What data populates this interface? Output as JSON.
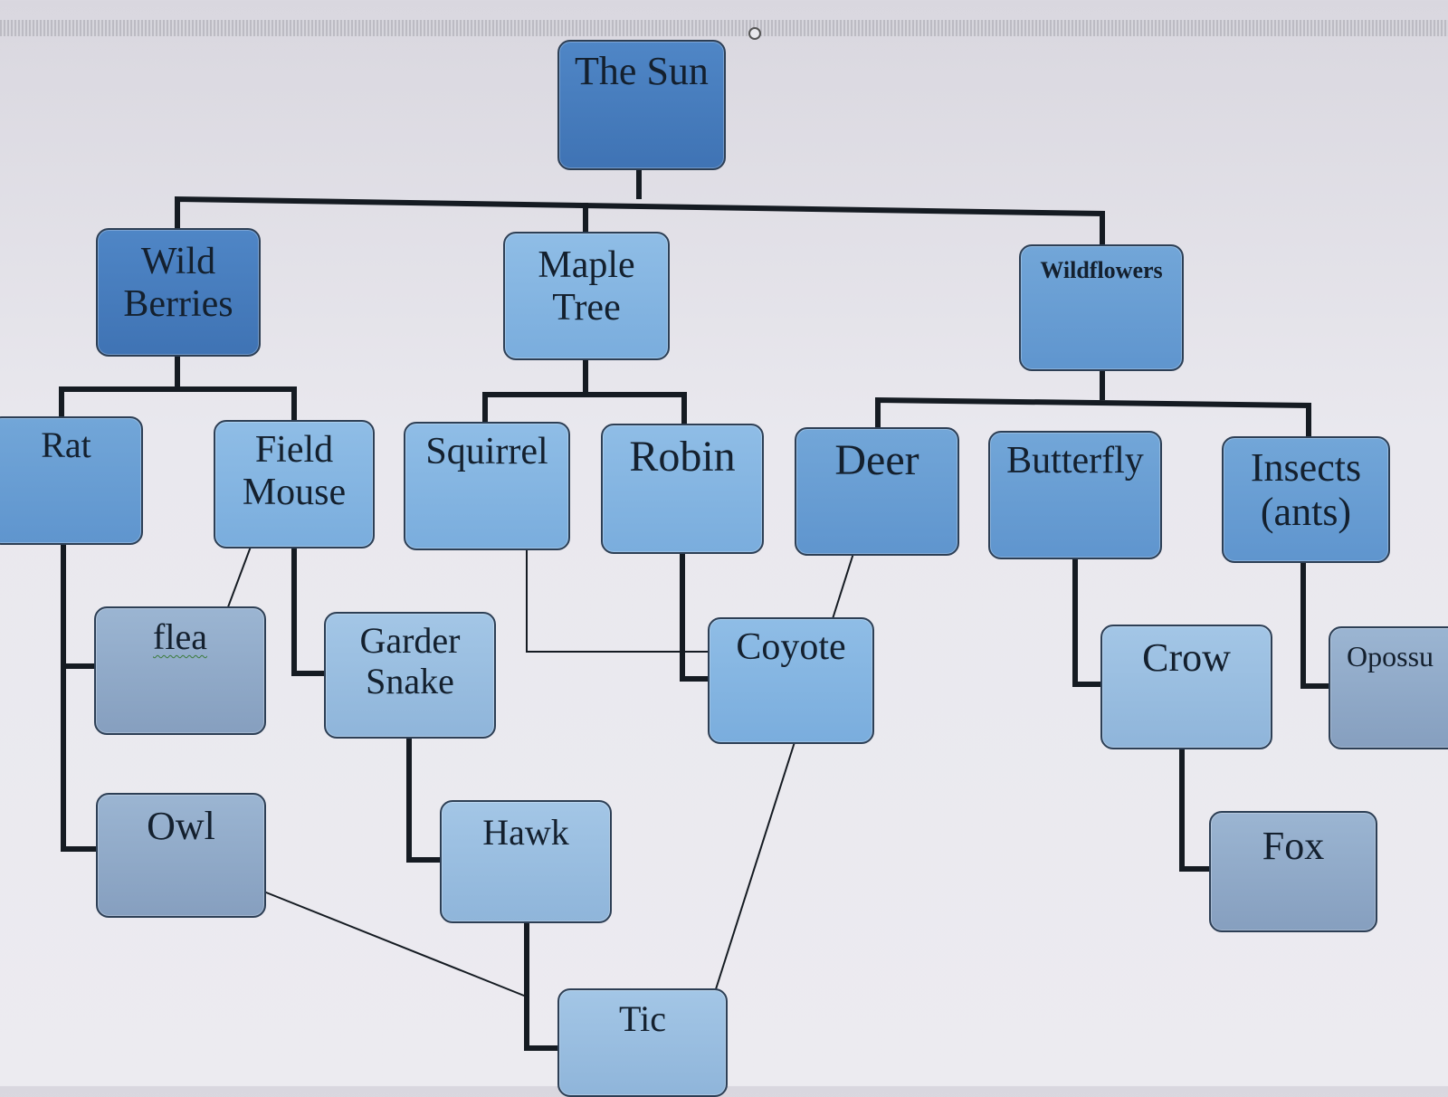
{
  "diagram": {
    "nodes": {
      "sun": "The Sun",
      "wild_berries": "Wild\nBerries",
      "maple_tree": "Maple\nTree",
      "wildflowers": "Wildflowers",
      "rat": "Rat",
      "field_mouse": "Field\nMouse",
      "squirrel": "Squirrel",
      "robin": "Robin",
      "deer": "Deer",
      "butterfly": "Butterfly",
      "insects": "Insects\n(ants)",
      "flea": "flea",
      "garder_snake": "Garder\nSnake",
      "coyote": "Coyote",
      "crow": "Crow",
      "opossum": "Opossu",
      "owl": "Owl",
      "hawk": "Hawk",
      "fox": "Fox",
      "tic": "Tic"
    },
    "colors": {
      "connector": "#151b22",
      "border": "#2d3f55"
    }
  }
}
